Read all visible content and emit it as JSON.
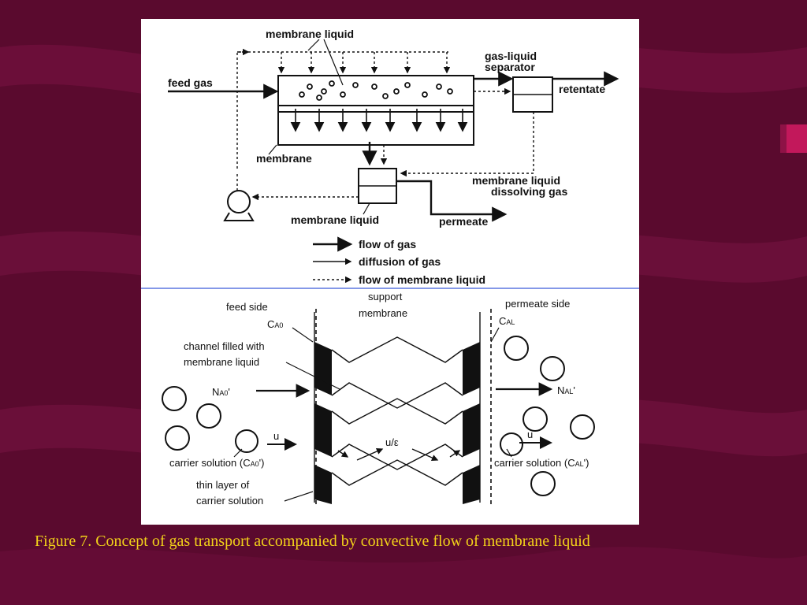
{
  "colors": {
    "background": "#5a0a2e",
    "stripe": "#7a1343",
    "panel": "#ffffff",
    "ink": "#111111",
    "divider": "#3b5bdb",
    "caption": "#f2d21a"
  },
  "top_diagram": {
    "membrane_liquid_top": "membrane liquid",
    "feed_gas": "feed gas",
    "gas_liquid_separator_line1": "gas-liquid",
    "gas_liquid_separator_line2": "separator",
    "retentate": "retentate",
    "membrane": "membrane",
    "membrane_liquid_dissolving_line1": "membrane liquid",
    "membrane_liquid_dissolving_line2": "dissolving gas",
    "membrane_liquid_bottom": "membrane liquid",
    "permeate": "permeate"
  },
  "legend": {
    "flow_of_gas": "flow  of gas",
    "diffusion_of_gas": "diffusion of gas",
    "flow_of_membrane_liquid": "flow of membrane liquid"
  },
  "bottom_diagram": {
    "feed_side": "feed side",
    "support_membrane_line1": "support",
    "support_membrane_line2": "membrane",
    "permeate_side": "permeate side",
    "ca0_main": "C",
    "ca0_sub": "A0",
    "cal_main": "C",
    "cal_sub": "AL",
    "channel_line1": "channel filled with",
    "channel_line2": "membrane liquid",
    "na0_main": "N",
    "na0_sub": "A0",
    "na0_prime": "'",
    "nal_main": "N",
    "nal_sub": "AL",
    "nal_prime": "'",
    "u_left": "u",
    "u_eps": "u/ε",
    "u_right": "u",
    "carrier_left_text": "carrier solution (C",
    "carrier_left_sub": "A0",
    "carrier_left_end": "')",
    "carrier_right_text": "carrier solution (C",
    "carrier_right_sub": "AL",
    "carrier_right_end": "')",
    "thin_layer_line1": "thin layer of",
    "thin_layer_line2": "carrier solution"
  },
  "caption": "Figure 7. Concept of gas transport accompanied by convective flow of membrane liquid"
}
